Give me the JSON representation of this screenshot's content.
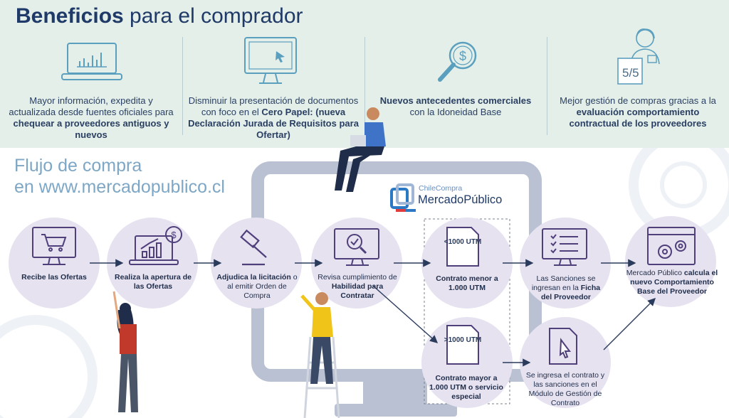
{
  "header": {
    "title_bold": "Beneficios",
    "title_rest": " para el comprador"
  },
  "benefits": [
    {
      "icon": "laptop-chart-icon",
      "parts": [
        {
          "t": "Mayor información, expedita y actualizada desde fuentes oficiales para ",
          "b": false
        },
        {
          "t": "chequear a proveedores antiguos y nuevos",
          "b": true
        }
      ]
    },
    {
      "icon": "monitor-cursor-icon",
      "parts": [
        {
          "t": "Disminuir la presentación de documentos con foco en el ",
          "b": false
        },
        {
          "t": "Cero Papel: (nueva Declaración Jurada de Requisitos para Ofertar)",
          "b": true
        }
      ]
    },
    {
      "icon": "magnifier-dollar-icon",
      "parts": [
        {
          "t": "Nuevos antecedentes comerciales",
          "b": true
        },
        {
          "t": " con la Idoneidad Base",
          "b": false
        }
      ]
    },
    {
      "icon": "evaluator-rating-icon",
      "rating": "5/5",
      "parts": [
        {
          "t": "Mejor gestión de compras gracias a la ",
          "b": false
        },
        {
          "t": "evaluación comportamiento contractual de los proveedores",
          "b": true
        }
      ]
    }
  ],
  "flow": {
    "title_line1": "Flujo de compra",
    "title_line2": "en www.mercadopublico.cl"
  },
  "logo": {
    "top": "ChileCompra",
    "main": "MercadoPúblico"
  },
  "steps": [
    {
      "id": "recibe",
      "icon": "shopping-cart-icon",
      "parts": [
        {
          "t": "Recibe las Ofertas",
          "b": true
        }
      ]
    },
    {
      "id": "apertura",
      "icon": "laptop-growth-icon",
      "parts": [
        {
          "t": "Realiza la apertura de las Ofertas",
          "b": true
        }
      ]
    },
    {
      "id": "adjudica",
      "icon": "gavel-icon",
      "parts": [
        {
          "t": "Adjudica la licitación",
          "b": true
        },
        {
          "t": " o al emitir Orden de Compra",
          "b": false
        }
      ]
    },
    {
      "id": "revisa",
      "icon": "monitor-search-icon",
      "parts": [
        {
          "t": "Revisa cumplimiento de ",
          "b": false
        },
        {
          "t": "Habilidad para Contratar",
          "b": true
        }
      ]
    },
    {
      "id": "menor",
      "icon": "document-icon",
      "doc": "<1000 UTM",
      "parts": [
        {
          "t": "Contrato menor a 1.000 UTM",
          "b": true
        }
      ]
    },
    {
      "id": "mayor",
      "icon": "document-icon",
      "doc": ">1000 UTM",
      "parts": [
        {
          "t": "Contrato mayor a 1.000 UTM  o servicio especial",
          "b": true
        }
      ]
    },
    {
      "id": "sanciones",
      "icon": "monitor-checklist-icon",
      "parts": [
        {
          "t": "Las Sanciones se ingresan en la ",
          "b": false
        },
        {
          "t": "Ficha del Proveedor",
          "b": true
        }
      ]
    },
    {
      "id": "ingresa",
      "icon": "document-cursor-icon",
      "parts": [
        {
          "t": "Se ingresa el contrato y las sanciones en el Módulo de Gestión de Contrato",
          "b": false
        }
      ]
    },
    {
      "id": "calcula",
      "icon": "browser-gears-icon",
      "parts": [
        {
          "t": "Mercado Público ",
          "b": false
        },
        {
          "t": "calcula el nuevo Comportamiento Base del Proveedor",
          "b": true
        }
      ]
    }
  ],
  "colors": {
    "navy": "#1f3a68",
    "header_bg": "#e3efe8",
    "circle": "#e6e2f0",
    "purple": "#4f3f7a",
    "monitor": "#b9c1d3",
    "accent_blue": "#2b78c5",
    "accent_red": "#e23b3b"
  }
}
